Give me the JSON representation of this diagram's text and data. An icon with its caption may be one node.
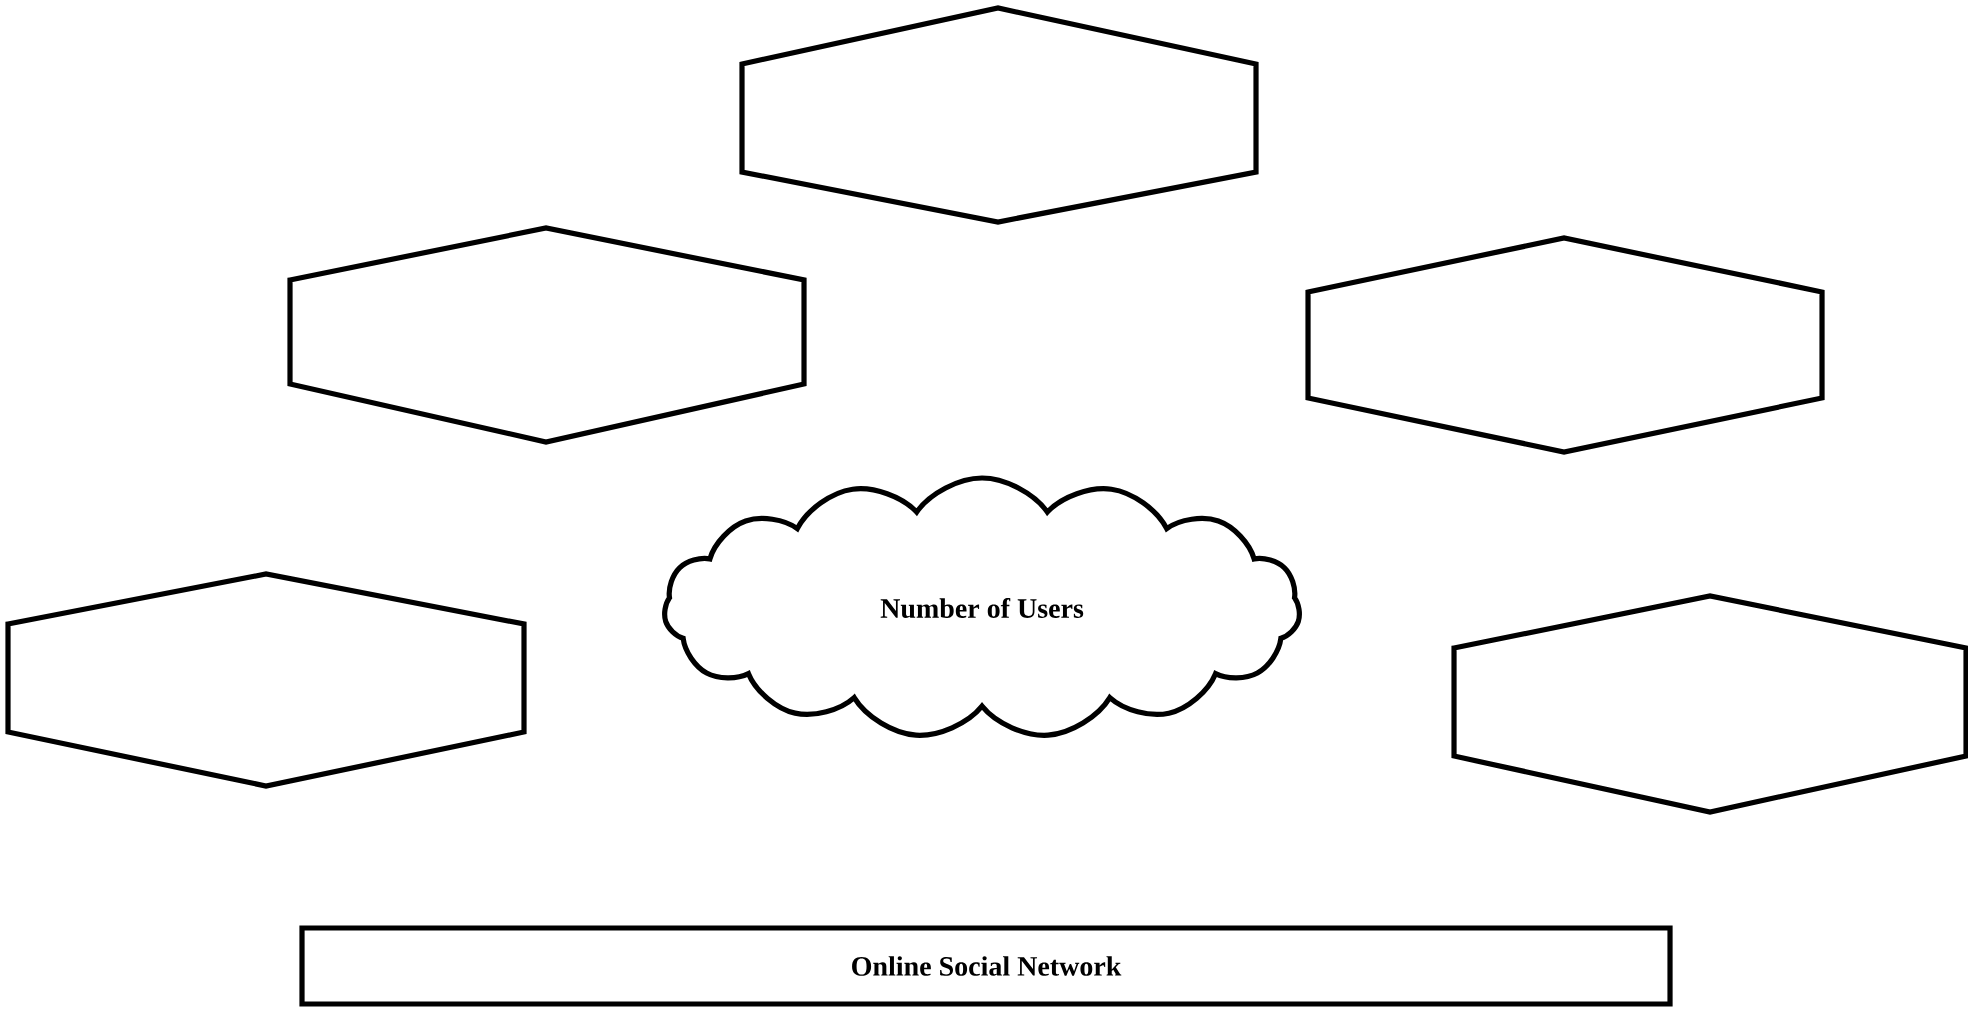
{
  "diagram": {
    "nodes": [
      {
        "text": [],
        "shape": "hexagon"
      },
      {
        "text": [],
        "shape": "hexagon"
      },
      {
        "text": [],
        "shape": "hexagon"
      },
      {
        "text": [
          "Number of Users"
        ]
      },
      {
        "text": [],
        "shape": "hexagon"
      },
      {
        "text": [],
        "shape": "hexagon"
      },
      {
        "text": [
          "Online Social Network"
        ]
      }
    ]
  }
}
